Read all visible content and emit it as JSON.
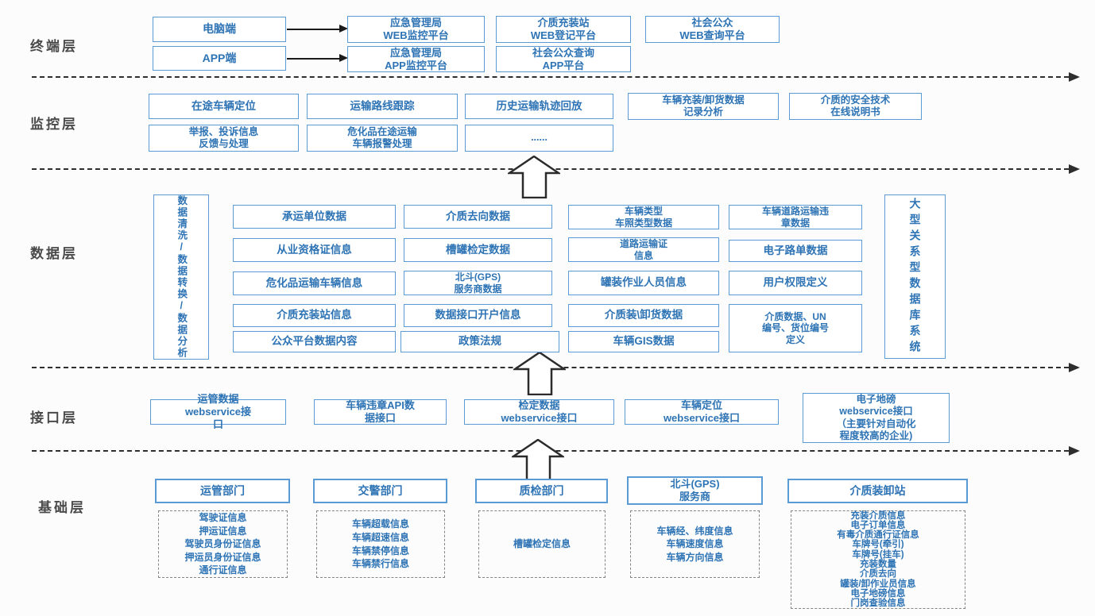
{
  "colors": {
    "box_border": "#5B9BD5",
    "box_text": "#2E74B5",
    "label_text": "#4A4A4A",
    "line": "#2E2E2E"
  },
  "layers": {
    "terminal": {
      "label": "终端层",
      "clients": [
        "电脑端",
        "APP端"
      ],
      "row1_platforms": [
        "应急管理局\nWEB监控平台",
        "介质充装站\nWEB登记平台",
        "社会公众\nWEB查询平台"
      ],
      "row2_platforms": [
        "应急管理局\nAPP监控平台",
        "社会公众查询\nAPP平台"
      ]
    },
    "monitoring": {
      "label": "监控层",
      "row1": [
        "在途车辆定位",
        "运输路线跟踪",
        "历史运输轨迹回放",
        "车辆充装/卸货数据\n记录分析",
        "介质的安全技术\n在线说明书"
      ],
      "row2": [
        "举报、投诉信息\n反馈与处理",
        "危化品在途运输\n车辆报警处理",
        "......"
      ]
    },
    "data": {
      "label": "数据层",
      "left_box": "数据清洗/数据转换/数据分析",
      "col1": [
        "承运单位数据",
        "从业资格证信息",
        "危化品运输车辆信息",
        "介质充装站信息",
        "公众平台数据内容"
      ],
      "col2": [
        "介质去向数据",
        "槽罐检定数据",
        "北斗(GPS)\n服务商数据",
        "数据接口开户信息",
        "政策法规"
      ],
      "col3": [
        "车辆类型\n车照类型数据",
        "道路运输证\n信息",
        "罐装作业人员信息",
        "介质装\\卸货数据",
        "车辆GIS数据"
      ],
      "col4": [
        "车辆道路运输违\n章数据",
        "电子路单数据",
        "用户权限定义",
        "介质数据、UN\n编号、货位编号\n定义"
      ],
      "right_box": "大型关系型数据库系统"
    },
    "interface": {
      "label": "接口层",
      "boxes": [
        "运管数据\nwebservice接\n口",
        "车辆违章API数\n据接口",
        "检定数据\nwebservice接口",
        "车辆定位\nwebservice接口",
        "电子地磅\nwebservice接口\n（主要针对自动化\n程度较高的企业)"
      ]
    },
    "base": {
      "label": "基础层",
      "groups": [
        {
          "title": "运管部门",
          "items": [
            "驾驶证信息",
            "押运证信息",
            "驾驶员身份证信息",
            "押运员身份证信息",
            "通行证信息"
          ]
        },
        {
          "title": "交警部门",
          "items": [
            "车辆超载信息",
            "车辆超速信息",
            "车辆禁停信息",
            "车辆禁行信息"
          ]
        },
        {
          "title": "质检部门",
          "items": [
            "槽罐检定信息"
          ]
        },
        {
          "title": "北斗(GPS)\n服务商",
          "items": [
            "车辆经、纬度信息",
            "车辆速度信息",
            "车辆方向信息"
          ]
        },
        {
          "title": "介质装卸站",
          "items": [
            "充装介质信息",
            "电子订单信息",
            "有毒介质通行证信息",
            "车牌号(牵引)",
            "车牌号(挂车)",
            "充装数量",
            "介质去向",
            "罐装/卸作业员信息",
            "电子地磅信息",
            "门岗查验信息"
          ]
        }
      ]
    }
  }
}
